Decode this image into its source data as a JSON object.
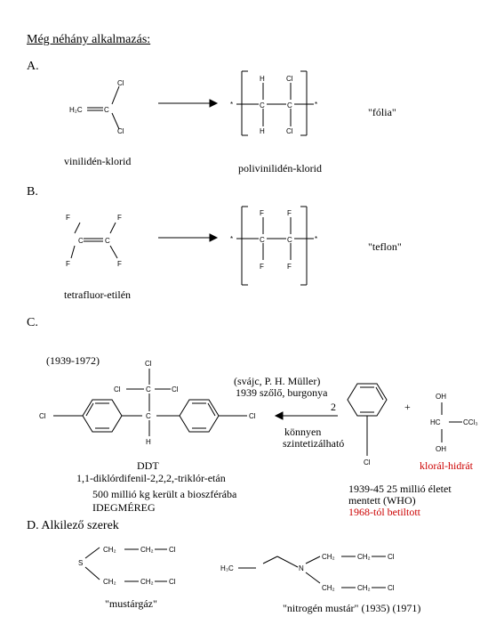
{
  "title": "Még néhány alkalmazás:",
  "sections": {
    "a": "A.",
    "b": "B.",
    "c": "C.",
    "d": "D. Alkilező szerek"
  },
  "a": {
    "monomer_name": "vinilidén-klorid",
    "polymer_name": "polivinilidén-klorid",
    "use": "\"fólia\""
  },
  "b": {
    "monomer_name": "tetrafluor-etilén",
    "polymer_name_use": "\"teflon\""
  },
  "c": {
    "years": "(1939-1972)",
    "name_abbr": "DDT",
    "name_full": "1,1-diklórdifenil-2,2,2,-triklór-etán",
    "amount": "500 millió kg került a bioszférába",
    "hormone": "IDEGMÉREG",
    "discovery_1": "(svájc, P. H. Müller)",
    "discovery_2": "1939 szőlő, burgonya",
    "coeff": "2",
    "plus": "+",
    "synth_1": "könnyen",
    "synth_2": "szintetizálható",
    "chloral": "klorál-hidrát",
    "impact_1": "1939-45 25 millió életet",
    "impact_2": "mentett (WHO)",
    "ban": "1968-tól betiltott"
  },
  "d": {
    "mustard_gas": "\"mustárgáz\"",
    "nitrogen_mustard": "\"nitrogén mustár\" (1935) (1971)"
  },
  "colors": {
    "red": "#cc0000",
    "ink": "#000000"
  }
}
